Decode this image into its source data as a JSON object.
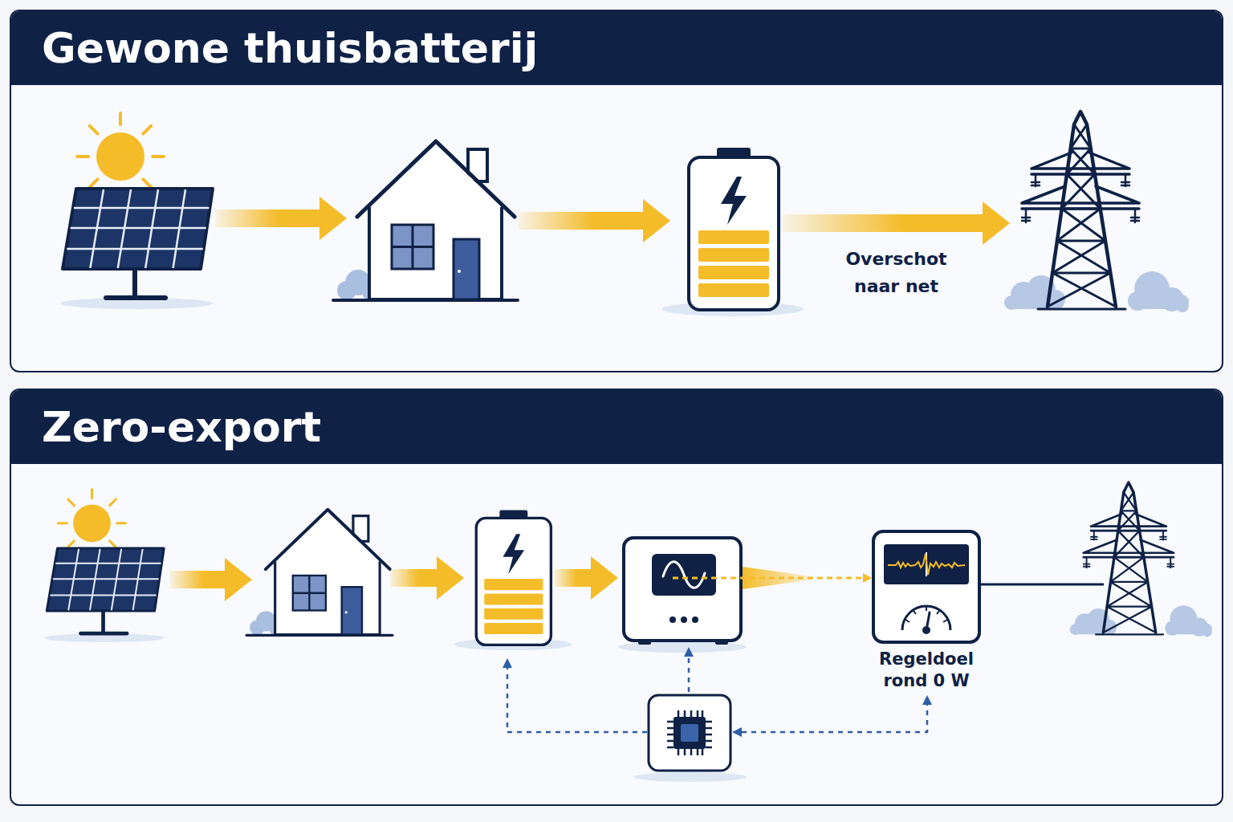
{
  "diagram": {
    "nodes": [
      {
        "text": [
          "Gewone thuisbatterij"
        ]
      },
      {
        "text": [],
        "in": 0
      },
      {
        "text": [],
        "in": 0
      },
      {
        "text": [],
        "in": 0
      },
      {
        "text": [],
        "in": 0
      },
      {
        "text": [
          "Zero-export"
        ]
      },
      {
        "text": [],
        "in": 5
      },
      {
        "text": [],
        "in": 5
      },
      {
        "text": [],
        "in": 5
      },
      {
        "text": [],
        "in": 5
      },
      {
        "text": [
          "Regeldoel rond 0 W"
        ],
        "in": 5
      },
      {
        "text": [],
        "in": 5
      },
      {
        "text": [],
        "in": 5
      }
    ],
    "edges": [
      {
        "from": 1,
        "to": 2,
        "arrow": "to"
      },
      {
        "from": 2,
        "to": 3,
        "arrow": "to"
      },
      {
        "from": 3,
        "to": 4,
        "arrow": "to",
        "label": "Overschot naar net"
      },
      {
        "from": 6,
        "to": 7,
        "arrow": "to"
      },
      {
        "from": 7,
        "to": 8,
        "arrow": "to"
      },
      {
        "from": 8,
        "to": 9,
        "arrow": "to"
      },
      {
        "from": 9,
        "to": 10,
        "arrow": "to"
      },
      {
        "from": 10,
        "to": 11,
        "arrow": "none"
      },
      {
        "from": 12,
        "to": 8,
        "arrow": "to"
      },
      {
        "from": 12,
        "to": 9,
        "arrow": "to"
      },
      {
        "from": 12,
        "to": 10,
        "arrow": "both"
      }
    ]
  }
}
